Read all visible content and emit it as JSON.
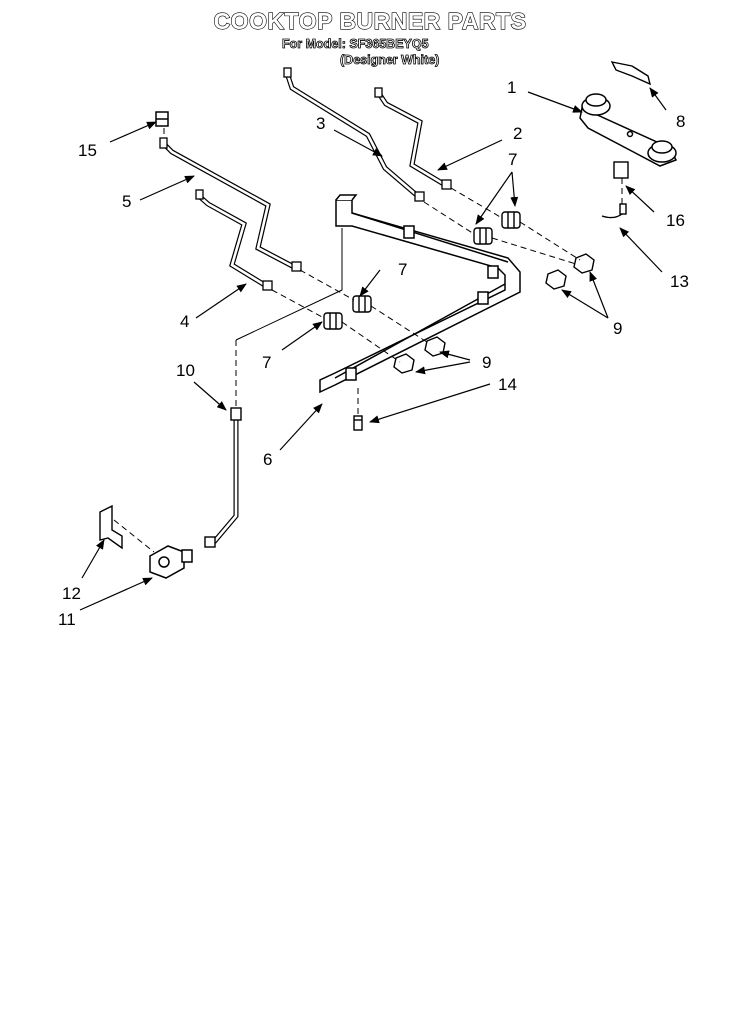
{
  "header": {
    "title": "COOKTOP BURNER PARTS",
    "model_line": "For Model: SF365BEYQ5",
    "variant_line": "(Designer White)"
  },
  "callouts": [
    "1",
    "2",
    "3",
    "4",
    "5",
    "6",
    "7",
    "7",
    "7",
    "8",
    "9",
    "9",
    "10",
    "11",
    "12",
    "13",
    "14",
    "15",
    "16"
  ]
}
